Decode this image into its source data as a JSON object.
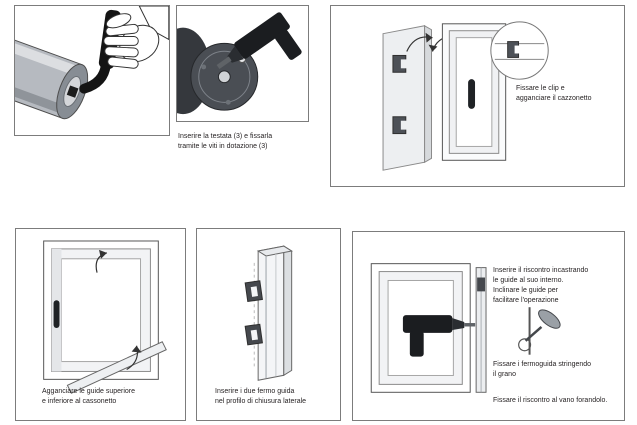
{
  "colors": {
    "panel_border": "#7c7c7c",
    "ink": "#231f20",
    "background": "#ffffff"
  },
  "steps": {
    "step1": {
      "lines": [
        "Inserire la testata (3) e fissarla",
        "tramite le viti in dotazione (3)"
      ]
    },
    "step2": {
      "lines": [
        "Fissare le clip e",
        "agganciare il cazzonetto"
      ]
    },
    "step3": {
      "lines": [
        "Agganciare le guide superiore",
        "e inferiore al cassonetto"
      ]
    },
    "step4": {
      "lines": [
        "Inserire i due fermo guida",
        "nel profilo di chiusura laterale"
      ]
    },
    "step5": {
      "caption_a_lines": [
        "Inserire il riscontro incastrando",
        "le guide al suo interno.",
        "Inclinare le guide per",
        "facilitare l'operazione"
      ],
      "caption_b_lines": [
        "Fissare i fermoguida stringendo",
        "il grano"
      ],
      "caption_c_lines": [
        "Fissare il riscontro al vano forandolo."
      ]
    }
  },
  "icons": {
    "hand": "hand-icon",
    "drill": "drill-icon",
    "screwdriver": "screwdriver-icon",
    "clip": "clip-icon",
    "curved_arrow": "curved-arrow-icon",
    "detail_circle": "detail-circle-callout"
  }
}
